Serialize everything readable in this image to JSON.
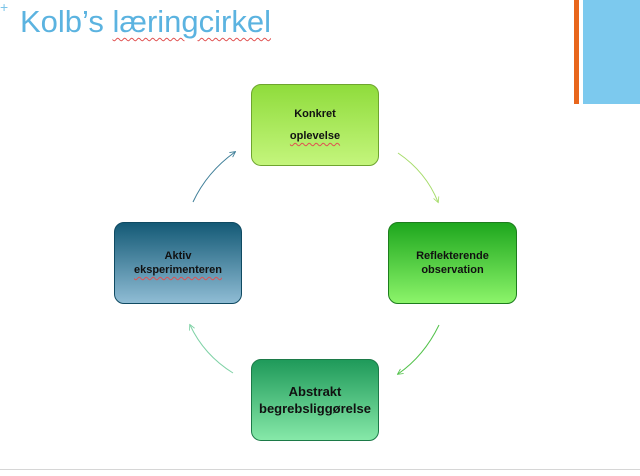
{
  "slide": {
    "title_prefix": "Kolb’s ",
    "title_main": "læringcirkel",
    "plus_glyph": "+"
  },
  "nodes": {
    "top": {
      "line1": "Konkret",
      "line2": "oplevelse"
    },
    "right": {
      "line1": "Reflekterende",
      "line2": "observation"
    },
    "bottom": {
      "line1": "Abstrakt",
      "line2": "begrebsliggørelse"
    },
    "left": {
      "line1": "Aktiv",
      "line2": "eksperimenteren"
    }
  },
  "colors": {
    "title": "#5bb3e0",
    "accent_orange": "#e8661c",
    "accent_blue": "#7cc9ee",
    "node_top": "#a8e85a",
    "node_right": "#3fcc3a",
    "node_bottom": "#3fbf7c",
    "node_left": "#3f7f9e"
  },
  "icons": {
    "arrows": [
      "curved-arrow-icon",
      "curved-arrow-icon",
      "curved-arrow-icon",
      "curved-arrow-icon"
    ]
  }
}
